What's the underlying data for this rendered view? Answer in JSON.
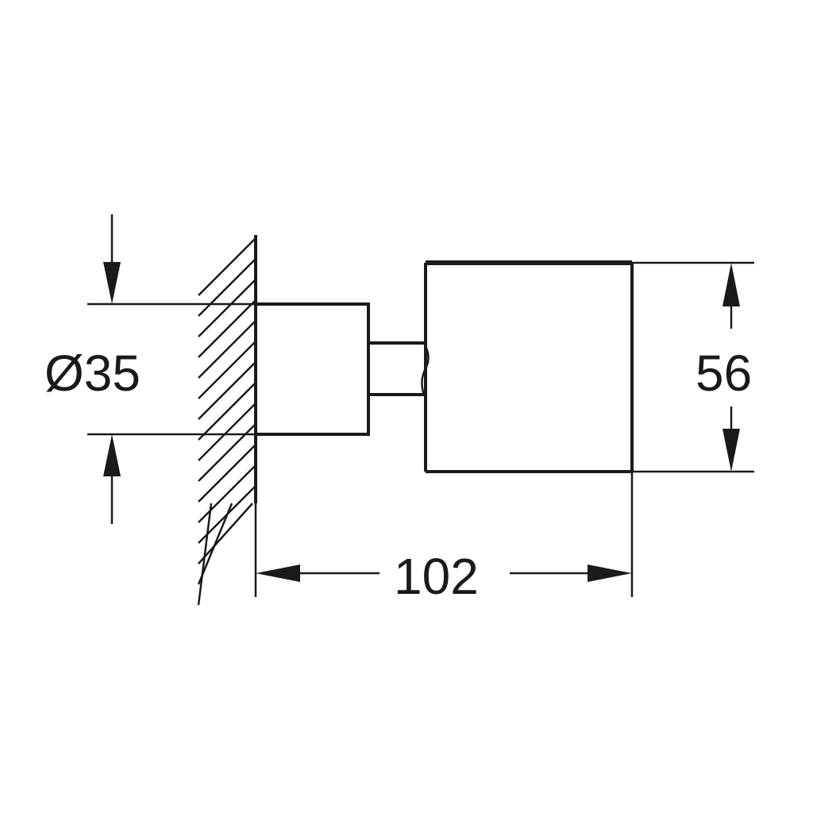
{
  "dimensions": {
    "diameter_label": "Ø35",
    "height_label": "56",
    "length_label": "102"
  },
  "colors": {
    "line": "#1a1a1a",
    "background": "#ffffff"
  }
}
